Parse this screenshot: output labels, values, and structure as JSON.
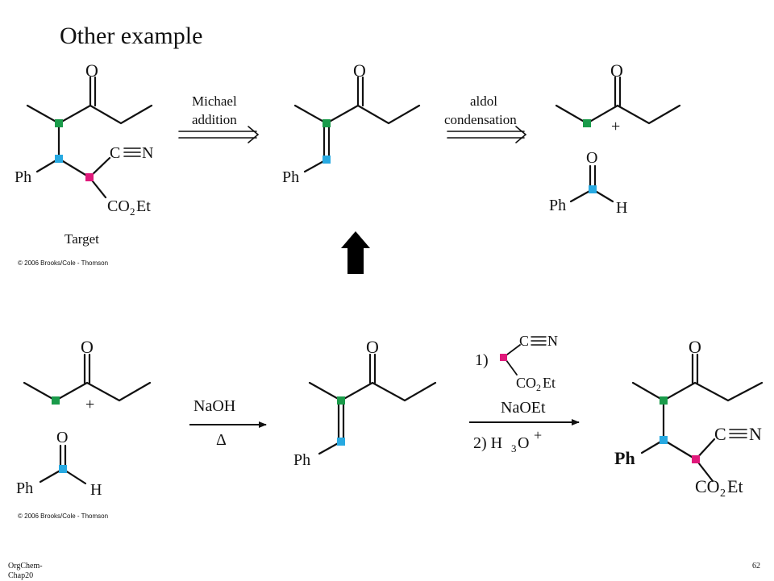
{
  "slide": {
    "title": "Other example",
    "footer_left": "OrgChem-\nChap20",
    "page_number": "62"
  },
  "colors": {
    "green": "#1a9b4a",
    "blue": "#27a9e1",
    "magenta": "#e0197b",
    "ink": "#111111"
  },
  "top_scheme": {
    "target_label": "Target",
    "copyright": "© 2006 Brooks/Cole - Thomson",
    "arrow1_line1": "Michael",
    "arrow1_line2": "addition",
    "arrow2_line1": "aldol",
    "arrow2_line2": "condensation",
    "plus": "+",
    "atoms": {
      "O": "O",
      "Ph": "Ph",
      "CN_C": "C",
      "CN_N": "N",
      "CO2Et_a": "CO",
      "CO2Et_sub": "2",
      "CO2Et_b": "Et",
      "H": "H"
    }
  },
  "connector": {
    "icon": "up-arrow-icon"
  },
  "bottom_scheme": {
    "copyright": "© 2006 Brooks/Cole - Thomson",
    "plus": "+",
    "reagent_top": "NaOH",
    "reagent_bottom": "Δ",
    "step1_label": "1)",
    "step1_CN_C": "C",
    "step1_CN_N": "N",
    "step1_CO2Et_a": "CO",
    "step1_CO2Et_sub": "2",
    "step1_CO2Et_b": "Et",
    "reagent_mid": "NaOEt",
    "step2_a": "2) H",
    "step2_sub": "3",
    "step2_b": "O",
    "step2_sup": "+",
    "atoms": {
      "O": "O",
      "Ph": "Ph",
      "H": "H",
      "CN_C": "C",
      "CN_N": "N",
      "CO2Et_a": "CO",
      "CO2Et_sub": "2",
      "CO2Et_b": "Et"
    }
  }
}
